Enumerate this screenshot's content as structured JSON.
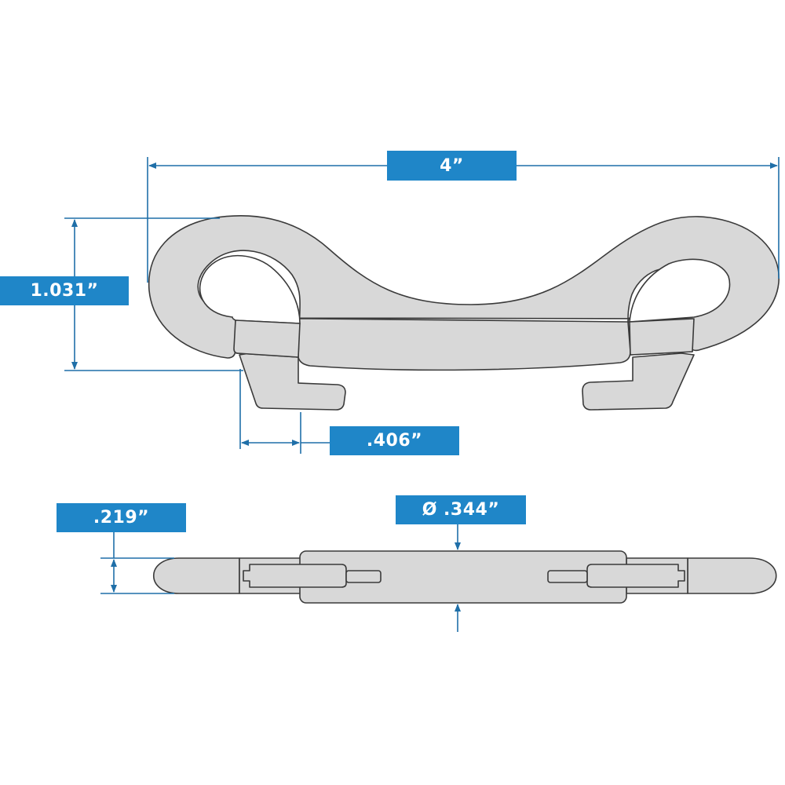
{
  "diagram": {
    "subject": "double-ended bolt snap",
    "views": [
      "side view",
      "top view"
    ],
    "accent_color": "#1f86c8",
    "line_color": "#1f6fa8",
    "part_fill": "#d8d8d8",
    "dimensions": {
      "overall_length": "4”",
      "height": "1.031”",
      "gate_opening": ".406”",
      "thickness": ".219”",
      "diameter": "Ø .344”"
    }
  }
}
